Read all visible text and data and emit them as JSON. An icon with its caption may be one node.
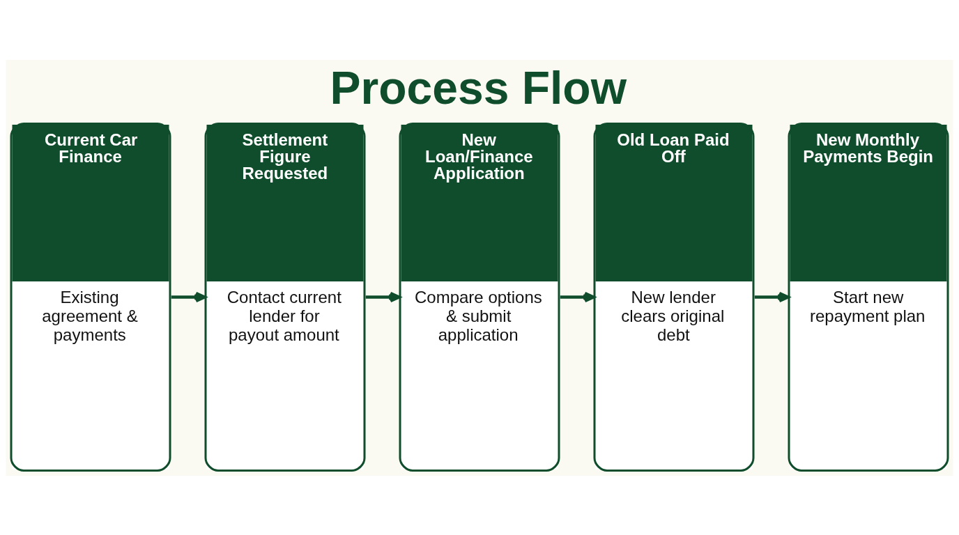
{
  "diagram": {
    "title": "Process Flow",
    "nodes": [
      {
        "text": [
          "Current Car Finance",
          "Existing agreement & payments"
        ]
      },
      {
        "text": [
          "Settlement Figure Requested",
          "Contact current lender for payout amount"
        ]
      },
      {
        "text": [
          "New Loan/Finance Application",
          "Compare options & submit application"
        ]
      },
      {
        "text": [
          "Old Loan Paid Off",
          "New lender clears original debt"
        ]
      },
      {
        "text": [
          "New Monthly Payments Begin",
          "Start new repayment plan"
        ]
      }
    ],
    "edges": [
      {
        "from": 0,
        "to": 1,
        "arrow": "to"
      },
      {
        "from": 1,
        "to": 2,
        "arrow": "to"
      },
      {
        "from": 2,
        "to": 3,
        "arrow": "to"
      },
      {
        "from": 3,
        "to": 4,
        "arrow": "to"
      }
    ]
  }
}
